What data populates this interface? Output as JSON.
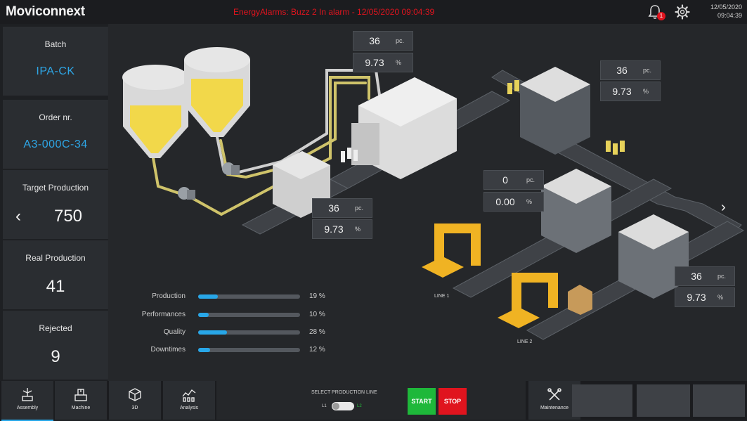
{
  "header": {
    "logo": "Moviconnext",
    "alarm_text": "EnergyAlarms: Buzz 2 In alarm - 12/05/2020 09:04:39",
    "notification_count": "1",
    "date": "12/05/2020",
    "time": "09:04:39"
  },
  "sidebar": {
    "batch": {
      "label": "Batch",
      "value": "IPA-CK"
    },
    "order": {
      "label": "Order nr.",
      "value": "A3-000C-34"
    },
    "target": {
      "label": "Target Production",
      "value": "750"
    },
    "real": {
      "label": "Real Production",
      "value": "41"
    },
    "rejected": {
      "label": "Rejected",
      "value": "9"
    }
  },
  "machines": [
    {
      "id": "top-center",
      "count": "36",
      "count_unit": "pc.",
      "percent": "9.73",
      "percent_unit": "%"
    },
    {
      "id": "top-right",
      "count": "36",
      "count_unit": "pc.",
      "percent": "9.73",
      "percent_unit": "%"
    },
    {
      "id": "filler",
      "count": "36",
      "count_unit": "pc.",
      "percent": "9.73",
      "percent_unit": "%"
    },
    {
      "id": "line1",
      "count": "0",
      "count_unit": "pc.",
      "percent": "0.00",
      "percent_unit": "%"
    },
    {
      "id": "line2",
      "count": "36",
      "count_unit": "pc.",
      "percent": "9.73",
      "percent_unit": "%"
    }
  ],
  "lines": {
    "line1": "LINE 1",
    "line2": "LINE 2"
  },
  "kpis": [
    {
      "label": "Production",
      "value": 19,
      "display": "19 %"
    },
    {
      "label": "Performances",
      "value": 10,
      "display": "10 %"
    },
    {
      "label": "Quality",
      "value": 28,
      "display": "28 %"
    },
    {
      "label": "Downtimes",
      "value": 12,
      "display": "12 %"
    }
  ],
  "nav": [
    {
      "label": "Assembly",
      "icon": "assembly-icon"
    },
    {
      "label": "Machine",
      "icon": "machine-icon"
    },
    {
      "label": "3D",
      "icon": "cube-icon"
    },
    {
      "label": "Analysis",
      "icon": "analysis-icon"
    },
    {
      "label": "Maintenance",
      "icon": "tools-icon"
    }
  ],
  "line_select": {
    "title": "SELECT PRODUCTION LINE",
    "left": "L1",
    "right": "L2"
  },
  "actions": {
    "start": "START",
    "stop": "STOP"
  },
  "colors": {
    "accent": "#28a7e8",
    "alarm": "#e0141e",
    "start": "#1eb83a",
    "stop": "#e0141e",
    "liquid": "#f2d84a",
    "robot": "#f0b323"
  }
}
